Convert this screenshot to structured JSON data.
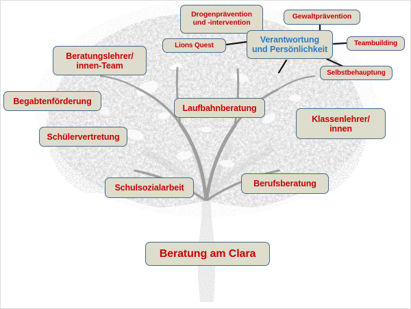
{
  "diagram": {
    "title": "Beratung am Clara",
    "root_label": "Beratung am Clara",
    "central_label_line1": "Verantwortung",
    "central_label_line2": "und Persönlichkeit",
    "colors": {
      "node_fill": "#dedccd",
      "node_border": "#41688a",
      "node_text": "#cc0000",
      "central_text": "#2b7cc0",
      "connector": "#1a1a1a",
      "tree_silhouette": "#a0a0a0",
      "background": "#ffffff"
    },
    "nodes": [
      {
        "id": "drogenpraevention",
        "line1": "Drogenprävention",
        "line2": "und -intervention"
      },
      {
        "id": "gewaltpraevention",
        "line1": "Gewaltprävention",
        "line2": ""
      },
      {
        "id": "lions_quest",
        "line1": "Lions Quest",
        "line2": ""
      },
      {
        "id": "verantwortung",
        "line1": "Verantwortung",
        "line2": "und Persönlichkeit"
      },
      {
        "id": "teambuilding",
        "line1": "Teambuilding",
        "line2": ""
      },
      {
        "id": "selbstbehauptung",
        "line1": "Selbstbehauptung",
        "line2": ""
      },
      {
        "id": "beratungslehrer",
        "line1": "Beratungslehrer/",
        "line2": "innen-Team"
      },
      {
        "id": "begabtenfoerderung",
        "line1": "Begabtenförderung",
        "line2": ""
      },
      {
        "id": "laufbahnberatung",
        "line1": "Laufbahnberatung",
        "line2": ""
      },
      {
        "id": "klassenlehrer",
        "line1": "Klassenlehrer/",
        "line2": "innen"
      },
      {
        "id": "schuelervertretung",
        "line1": "Schülervertretung",
        "line2": ""
      },
      {
        "id": "schulsozialarbeit",
        "line1": "Schulsozialarbeit",
        "line2": ""
      },
      {
        "id": "berufsberatung",
        "line1": "Berufsberatung",
        "line2": ""
      },
      {
        "id": "beratung_am_clara",
        "line1": "Beratung am Clara",
        "line2": ""
      }
    ],
    "artwork": {
      "name": "tree-silhouette",
      "description": "grey stippled broadleaf tree silhouette"
    }
  }
}
